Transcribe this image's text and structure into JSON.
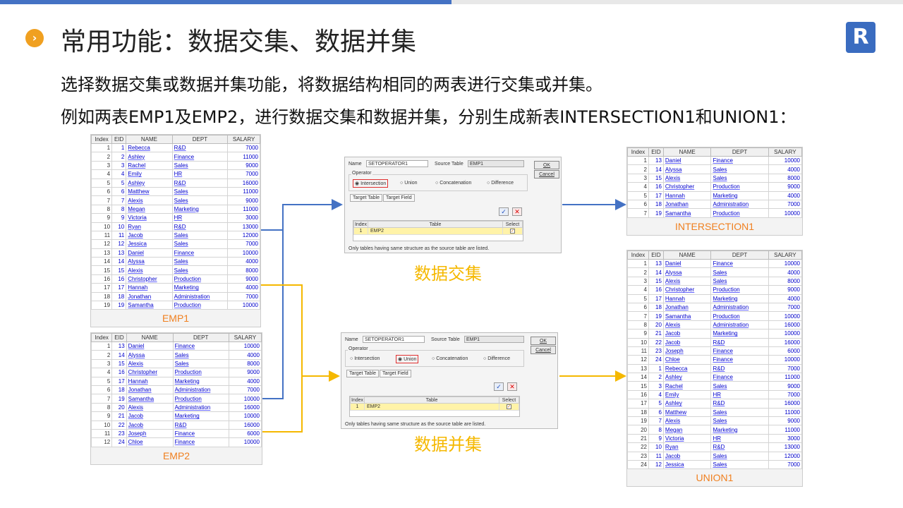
{
  "title": "常用功能：数据交集、数据并集",
  "title_icon": "›",
  "logo_letter": "R",
  "para1": "选择数据交集或数据并集功能，将数据结构相同的两表进行交集或并集。",
  "para2": "例如两表EMP1及EMP2，进行数据交集和数据并集，分别生成新表INTERSECTION1和UNION1：",
  "columns": [
    "Index",
    "EID",
    "NAME",
    "DEPT",
    "SALARY"
  ],
  "emp1": {
    "caption": "EMP1",
    "rows": [
      [
        1,
        1,
        "Rebecca",
        "R&D",
        7000
      ],
      [
        2,
        2,
        "Ashley",
        "Finance",
        11000
      ],
      [
        3,
        3,
        "Rachel",
        "Sales",
        9000
      ],
      [
        4,
        4,
        "Emily",
        "HR",
        7000
      ],
      [
        5,
        5,
        "Ashley",
        "R&D",
        16000
      ],
      [
        6,
        6,
        "Matthew",
        "Sales",
        11000
      ],
      [
        7,
        7,
        "Alexis",
        "Sales",
        9000
      ],
      [
        8,
        8,
        "Megan",
        "Marketing",
        11000
      ],
      [
        9,
        9,
        "Victoria",
        "HR",
        3000
      ],
      [
        10,
        10,
        "Ryan",
        "R&D",
        13000
      ],
      [
        11,
        11,
        "Jacob",
        "Sales",
        12000
      ],
      [
        12,
        12,
        "Jessica",
        "Sales",
        7000
      ],
      [
        13,
        13,
        "Daniel",
        "Finance",
        10000
      ],
      [
        14,
        14,
        "Alyssa",
        "Sales",
        4000
      ],
      [
        15,
        15,
        "Alexis",
        "Sales",
        8000
      ],
      [
        16,
        16,
        "Christopher",
        "Production",
        9000
      ],
      [
        17,
        17,
        "Hannah",
        "Marketing",
        4000
      ],
      [
        18,
        18,
        "Jonathan",
        "Administration",
        7000
      ],
      [
        19,
        19,
        "Samantha",
        "Production",
        10000
      ]
    ]
  },
  "emp2": {
    "caption": "EMP2",
    "rows": [
      [
        1,
        13,
        "Daniel",
        "Finance",
        10000
      ],
      [
        2,
        14,
        "Alyssa",
        "Sales",
        4000
      ],
      [
        3,
        15,
        "Alexis",
        "Sales",
        8000
      ],
      [
        4,
        16,
        "Christopher",
        "Production",
        9000
      ],
      [
        5,
        17,
        "Hannah",
        "Marketing",
        4000
      ],
      [
        6,
        18,
        "Jonathan",
        "Administration",
        7000
      ],
      [
        7,
        19,
        "Samantha",
        "Production",
        10000
      ],
      [
        8,
        20,
        "Alexis",
        "Administration",
        16000
      ],
      [
        9,
        21,
        "Jacob",
        "Marketing",
        10000
      ],
      [
        10,
        22,
        "Jacob",
        "R&D",
        16000
      ],
      [
        11,
        23,
        "Joseph",
        "Finance",
        6000
      ],
      [
        12,
        24,
        "Chloe",
        "Finance",
        10000
      ]
    ]
  },
  "intersection": {
    "caption": "INTERSECTION1",
    "rows": [
      [
        1,
        13,
        "Daniel",
        "Finance",
        10000
      ],
      [
        2,
        14,
        "Alyssa",
        "Sales",
        4000
      ],
      [
        3,
        15,
        "Alexis",
        "Sales",
        8000
      ],
      [
        4,
        16,
        "Christopher",
        "Production",
        9000
      ],
      [
        5,
        17,
        "Hannah",
        "Marketing",
        4000
      ],
      [
        6,
        18,
        "Jonathan",
        "Administration",
        7000
      ],
      [
        7,
        19,
        "Samantha",
        "Production",
        10000
      ]
    ]
  },
  "union": {
    "caption": "UNION1",
    "rows": [
      [
        1,
        13,
        "Daniel",
        "Finance",
        10000
      ],
      [
        2,
        14,
        "Alyssa",
        "Sales",
        4000
      ],
      [
        3,
        15,
        "Alexis",
        "Sales",
        8000
      ],
      [
        4,
        16,
        "Christopher",
        "Production",
        9000
      ],
      [
        5,
        17,
        "Hannah",
        "Marketing",
        4000
      ],
      [
        6,
        18,
        "Jonathan",
        "Administration",
        7000
      ],
      [
        7,
        19,
        "Samantha",
        "Production",
        10000
      ],
      [
        8,
        20,
        "Alexis",
        "Administration",
        16000
      ],
      [
        9,
        21,
        "Jacob",
        "Marketing",
        10000
      ],
      [
        10,
        22,
        "Jacob",
        "R&D",
        16000
      ],
      [
        11,
        23,
        "Joseph",
        "Finance",
        6000
      ],
      [
        12,
        24,
        "Chloe",
        "Finance",
        10000
      ],
      [
        13,
        1,
        "Rebecca",
        "R&D",
        7000
      ],
      [
        14,
        2,
        "Ashley",
        "Finance",
        11000
      ],
      [
        15,
        3,
        "Rachel",
        "Sales",
        9000
      ],
      [
        16,
        4,
        "Emily",
        "HR",
        7000
      ],
      [
        17,
        5,
        "Ashley",
        "R&D",
        16000
      ],
      [
        18,
        6,
        "Matthew",
        "Sales",
        11000
      ],
      [
        19,
        7,
        "Alexis",
        "Sales",
        9000
      ],
      [
        20,
        8,
        "Megan",
        "Marketing",
        11000
      ],
      [
        21,
        9,
        "Victoria",
        "HR",
        3000
      ],
      [
        22,
        10,
        "Ryan",
        "R&D",
        13000
      ],
      [
        23,
        11,
        "Jacob",
        "Sales",
        12000
      ],
      [
        24,
        12,
        "Jessica",
        "Sales",
        7000
      ]
    ]
  },
  "dialog": {
    "name_label": "Name",
    "name_value": "SETOPERATOR1",
    "source_label": "Source Table",
    "source_value": "EMP1",
    "ok": "OK",
    "cancel": "Cancel",
    "operator_label": "Operator",
    "options": [
      "Intersection",
      "Union",
      "Concatenation",
      "Difference"
    ],
    "tab_target_table": "Target Table",
    "tab_target_field": "Target Field",
    "col_index": "Index",
    "col_table": "Table",
    "col_select": "Select",
    "row_index": "1",
    "row_table": "EMP2",
    "note": "Only tables having  same structure as the source table are listed.",
    "check_mark": "✓",
    "clear_mark": "✕",
    "radio_on": "◉",
    "radio_off": "○"
  },
  "caption_intersection": "数据交集",
  "caption_union": "数据并集",
  "colors": {
    "blue_arrow": "#4472c4",
    "yellow_arrow": "#f5b800",
    "caption_orange": "#f08020",
    "caption_yellow": "#f5b800"
  }
}
